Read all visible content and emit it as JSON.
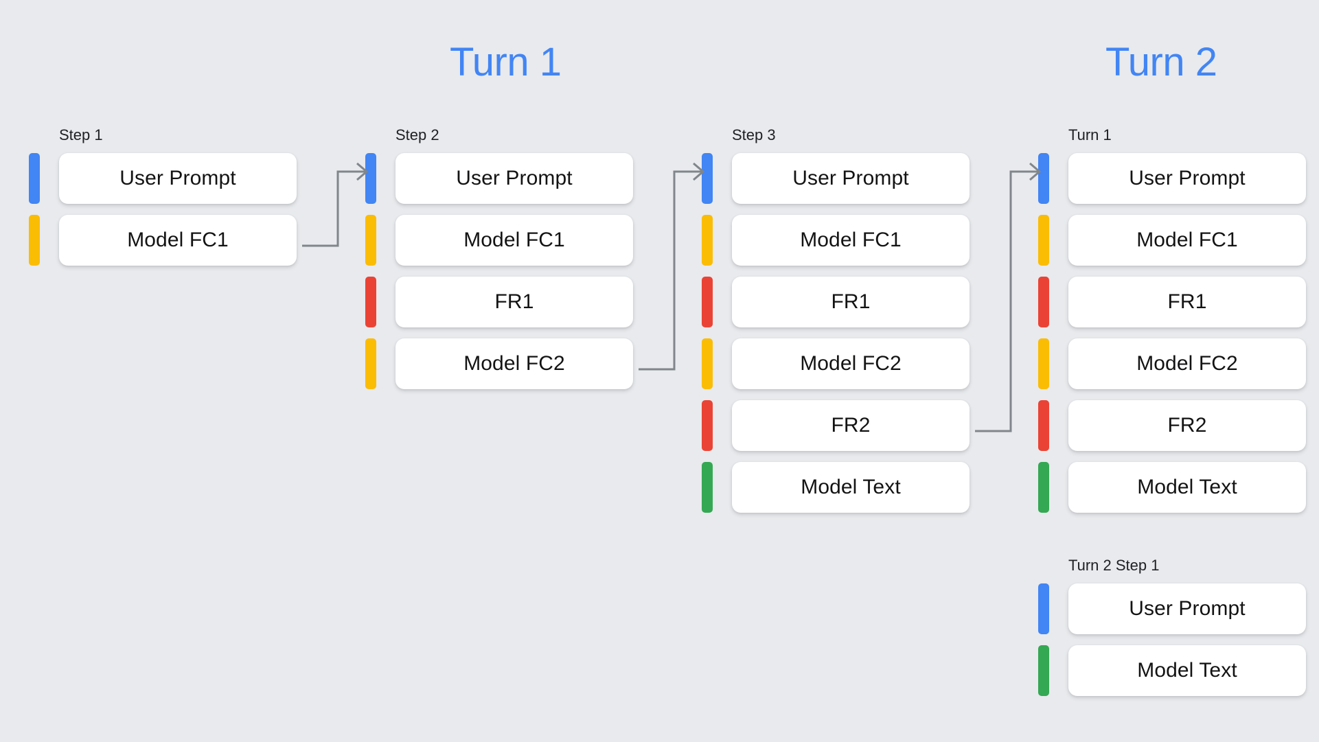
{
  "headings": {
    "turn1": "Turn 1",
    "turn2": "Turn 2"
  },
  "palette": {
    "background": "#E8EAED",
    "card": "#FFFFFF",
    "accent_blue": "#4285F4",
    "accent_yellow": "#FBBC04",
    "accent_red": "#EA4335",
    "accent_green": "#34A853",
    "connector": "#80868B",
    "text": "#202124"
  },
  "columns": [
    {
      "id": "step1",
      "label": "Step 1",
      "rows": [
        {
          "label": "User Prompt",
          "color": "blue"
        },
        {
          "label": "Model FC1",
          "color": "yellow"
        }
      ]
    },
    {
      "id": "step2",
      "label": "Step 2",
      "rows": [
        {
          "label": "User Prompt",
          "color": "blue"
        },
        {
          "label": "Model FC1",
          "color": "yellow"
        },
        {
          "label": "FR1",
          "color": "red"
        },
        {
          "label": "Model FC2",
          "color": "yellow"
        }
      ]
    },
    {
      "id": "step3",
      "label": "Step 3",
      "rows": [
        {
          "label": "User Prompt",
          "color": "blue"
        },
        {
          "label": "Model FC1",
          "color": "yellow"
        },
        {
          "label": "FR1",
          "color": "red"
        },
        {
          "label": "Model FC2",
          "color": "yellow"
        },
        {
          "label": "FR2",
          "color": "red"
        },
        {
          "label": "Model Text",
          "color": "green"
        }
      ]
    },
    {
      "id": "turn1",
      "label": "Turn 1",
      "rows": [
        {
          "label": "User Prompt",
          "color": "blue"
        },
        {
          "label": "Model FC1",
          "color": "yellow"
        },
        {
          "label": "FR1",
          "color": "red"
        },
        {
          "label": "Model FC2",
          "color": "yellow"
        },
        {
          "label": "FR2",
          "color": "red"
        },
        {
          "label": "Model Text",
          "color": "green"
        }
      ]
    },
    {
      "id": "turn2step1",
      "label": "Turn 2 Step 1",
      "rows": [
        {
          "label": "User Prompt",
          "color": "blue"
        },
        {
          "label": "Model Text",
          "color": "green"
        }
      ]
    }
  ],
  "connectors": [
    {
      "id": "arrow1",
      "from": "step1.Model FC1",
      "to": "step2.User Prompt"
    },
    {
      "id": "arrow2",
      "from": "step2.Model FC2",
      "to": "step3.User Prompt"
    },
    {
      "id": "arrow3",
      "from": "step3.FR2",
      "to": "turn1.User Prompt"
    }
  ]
}
